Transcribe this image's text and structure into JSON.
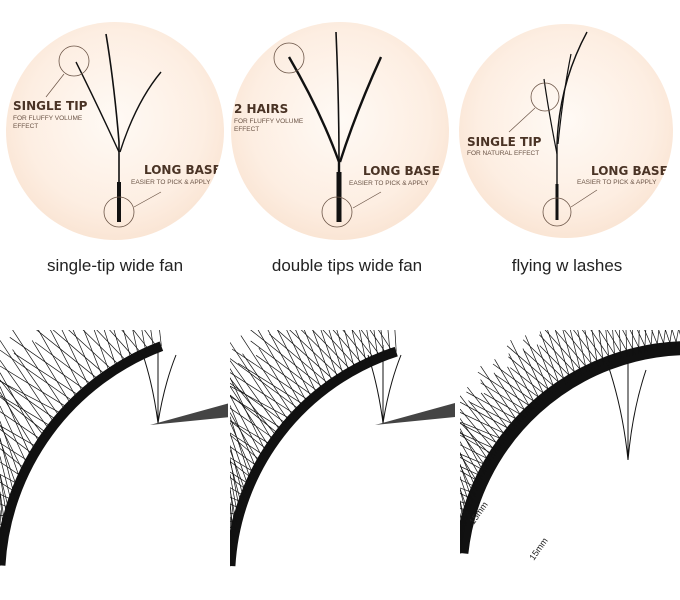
{
  "products": [
    {
      "title": "SINGLE TIP",
      "title_sub": "FOR FLUFFY VOLUME EFFECT",
      "base": "LONG BASE",
      "base_sub": "EASIER TO PICK & APPLY",
      "caption": "single-tip wide fan"
    },
    {
      "title": "2 HAIRS",
      "title_sub": "FOR FLUFFY VOLUME EFFECT",
      "base": "LONG BASE",
      "base_sub": "EASIER TO PICK & APPLY",
      "caption": "double tips wide fan"
    },
    {
      "title": "SINGLE TIP",
      "title_sub": "FOR NATURAL EFFECT",
      "base": "LONG BASE",
      "base_sub": "EASIER TO PICK & APPLY",
      "caption": "flying w lashes"
    }
  ],
  "photo_labels": {
    "length_1": "15mm",
    "length_2": "15mm"
  },
  "colors": {
    "circle_bg": "#fdeee2",
    "heading": "#4a3325",
    "lash": "#111111"
  }
}
